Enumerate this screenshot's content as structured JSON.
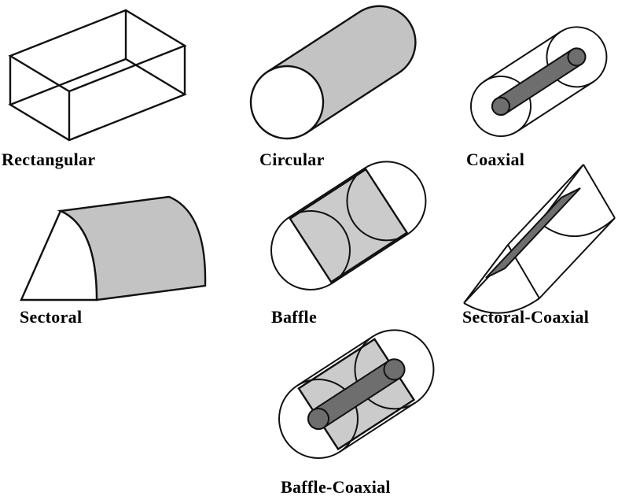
{
  "figures": [
    {
      "id": "rectangular",
      "label": "Rectangular"
    },
    {
      "id": "circular",
      "label": "Circular"
    },
    {
      "id": "coaxial",
      "label": "Coaxial"
    },
    {
      "id": "sectoral",
      "label": "Sectoral"
    },
    {
      "id": "baffle",
      "label": "Baffle"
    },
    {
      "id": "sectoral-coaxial",
      "label": "Sectoral-Coaxial"
    },
    {
      "id": "baffle-coaxial",
      "label": "Baffle-Coaxial"
    }
  ],
  "colors": {
    "surface_gray": "#c3c3c3",
    "plate_gray": "#cbcbcb",
    "rod_gray": "#6e6e6e",
    "outline": "#111111",
    "background": "#ffffff"
  }
}
